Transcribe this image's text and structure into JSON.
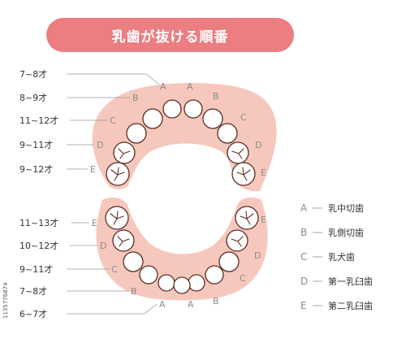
{
  "title": "乳歯が抜ける順番",
  "colors": {
    "title_bg": "#ec7d80",
    "gum": "#f6c8bd",
    "tooth_outline": "#5b2d22",
    "leader_line": "#9a9a9a"
  },
  "upper": {
    "ages": [
      "7~8才",
      "8~9才",
      "11~12才",
      "9~11才",
      "9~12才"
    ],
    "left_letters": [
      "A",
      "B",
      "C",
      "D",
      "E"
    ],
    "right_letters": [
      "A",
      "B",
      "C",
      "D",
      "E"
    ]
  },
  "lower": {
    "ages": [
      "11~13才",
      "10~12才",
      "9~11才",
      "7~8才",
      "6~7才"
    ],
    "left_letters": [
      "E",
      "D",
      "C",
      "B",
      "A"
    ],
    "right_letters": [
      "E",
      "D",
      "C",
      "B",
      "A"
    ]
  },
  "legend": [
    {
      "key": "A",
      "label": "乳中切歯"
    },
    {
      "key": "B",
      "label": "乳側切歯"
    },
    {
      "key": "C",
      "label": "乳犬歯"
    },
    {
      "key": "D",
      "label": "第一乳臼歯"
    },
    {
      "key": "E",
      "label": "第二乳臼歯"
    }
  ],
  "stock_id": "1135776874"
}
